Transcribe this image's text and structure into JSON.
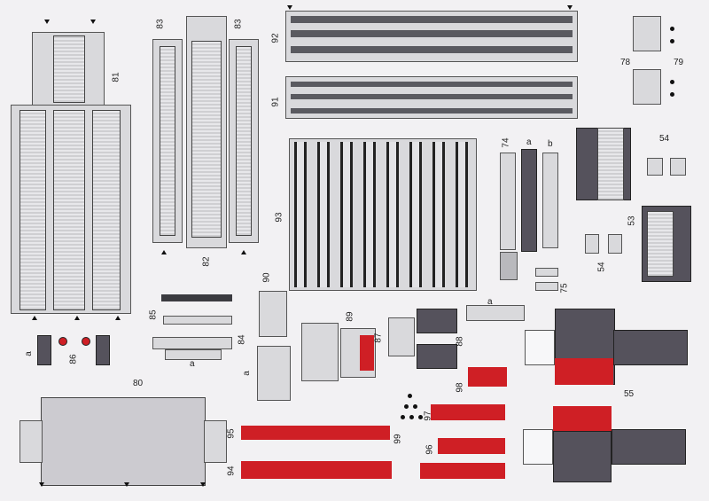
{
  "parts": {
    "p81": "81",
    "p83a": "83",
    "p83b": "83",
    "p82": "82",
    "p92": "92",
    "p91": "91",
    "p93": "93",
    "p74": "74",
    "p78": "78",
    "p79": "79",
    "p54a": "54",
    "p54b": "54",
    "p53": "53",
    "p75": "75",
    "p85": "85",
    "p84": "84",
    "p86": "86",
    "p90": "90",
    "p89": "89",
    "p87": "87",
    "p88": "88",
    "p98": "98",
    "p97": "97",
    "p99": "99",
    "p96": "96",
    "p95": "95",
    "p94": "94",
    "p80": "80",
    "p55": "55"
  },
  "letters": {
    "a1": "a",
    "a2": "a",
    "a3": "a",
    "a4": "a",
    "a5": "a",
    "b1": "b"
  },
  "colors": {
    "paper": "#f2f1f3",
    "gray": "#d9d9dc",
    "dark": "#55525c",
    "red": "#cf1f25"
  }
}
